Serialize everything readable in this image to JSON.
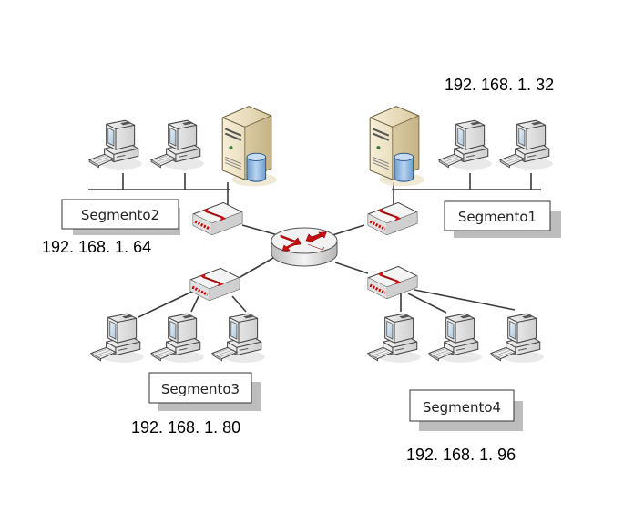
{
  "diagram": {
    "title": "",
    "colors": {
      "link": "#3a3a3a",
      "arrow": "#d01010",
      "server_body": "#eee2c2",
      "database": "#8fb8df",
      "screen": "#cfe1ee",
      "label_shadow": "#bdbdbd"
    },
    "central_router": {
      "icon": "router-icon",
      "label": ""
    },
    "segments": [
      {
        "id": "segment1",
        "label": "Segmento1",
        "subnet": "192. 168. 1. 32",
        "switch_icon": "switch-icon",
        "has_server": true,
        "workstations": 2
      },
      {
        "id": "segment2",
        "label": "Segmento2",
        "subnet": "192. 168. 1. 64",
        "switch_icon": "switch-icon",
        "has_server": true,
        "workstations": 2
      },
      {
        "id": "segment3",
        "label": "Segmento3",
        "subnet": "192. 168. 1. 80",
        "switch_icon": "switch-icon",
        "has_server": false,
        "workstations": 3
      },
      {
        "id": "segment4",
        "label": "Segmento4",
        "subnet": "192. 168. 1. 96",
        "switch_icon": "switch-icon",
        "has_server": false,
        "workstations": 3
      }
    ]
  }
}
